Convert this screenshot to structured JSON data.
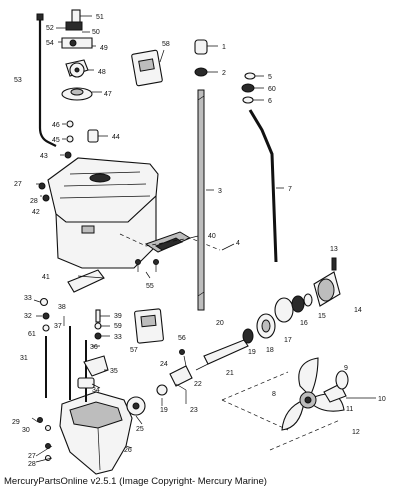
{
  "caption": "MercuryPartsOnline v2.5.1 (Image Copyright- Mercury Marine)",
  "parts": {
    "p1": "1",
    "p2": "2",
    "p3": "3",
    "p4": "4",
    "p5": "5",
    "p6": "6",
    "p7": "7",
    "p8": "8",
    "p9": "9",
    "p10": "10",
    "p11": "11",
    "p12": "12",
    "p13": "13",
    "p14": "14",
    "p15": "15",
    "p16": "16",
    "p17": "17",
    "p18": "18",
    "p19": "19",
    "p19b": "19",
    "p20": "20",
    "p21": "21",
    "p22": "22",
    "p23": "23",
    "p24": "24",
    "p25": "25",
    "p26": "26",
    "p27": "27",
    "p27b": "27",
    "p28": "28",
    "p28b": "28",
    "p29": "29",
    "p30": "30",
    "p31": "31",
    "p32": "32",
    "p33": "33",
    "p33b": "33",
    "p34": "34",
    "p35": "35",
    "p36": "36",
    "p37": "37",
    "p38": "38",
    "p39": "39",
    "p40": "40",
    "p41": "41",
    "p42": "42",
    "p43": "43",
    "p44": "44",
    "p45": "45",
    "p46": "46",
    "p47": "47",
    "p48": "48",
    "p49": "49",
    "p50": "50",
    "p51": "51",
    "p52": "52",
    "p53": "53",
    "p54": "54",
    "p55": "55",
    "p56": "56",
    "p57": "57",
    "p58": "58",
    "p59": "59",
    "p60": "60",
    "p61": "61"
  }
}
